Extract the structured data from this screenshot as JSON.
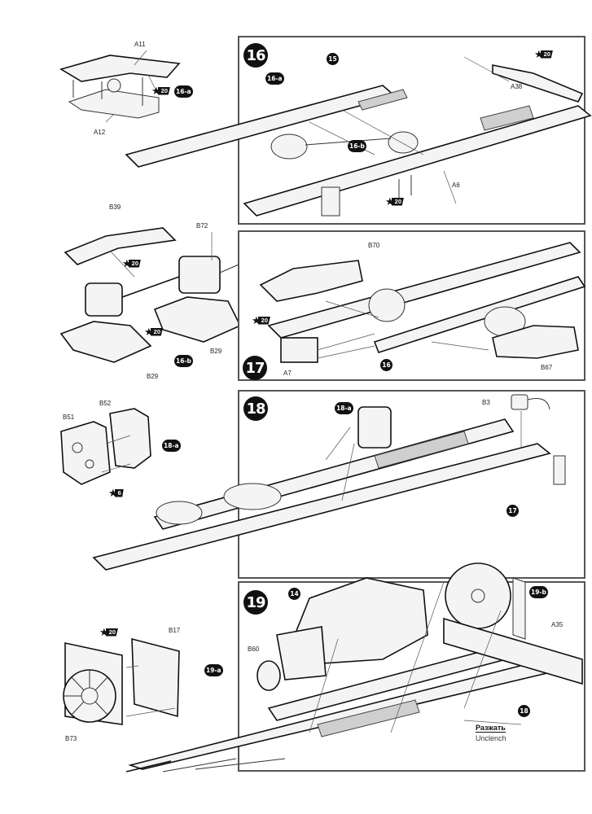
{
  "steps": [
    {
      "number": "16"
    },
    {
      "number": "17"
    },
    {
      "number": "18"
    },
    {
      "number": "19"
    }
  ],
  "subassemblies": {
    "s16a": {
      "ref": "16-a",
      "parts": [
        "A11",
        "A12"
      ],
      "glue_star": "20"
    },
    "s16b": {
      "ref": "16-b",
      "parts": [
        "B39",
        "B72",
        "B29",
        "B29"
      ],
      "glue_stars": [
        "20",
        "20"
      ]
    },
    "s18a": {
      "ref": "18-a",
      "parts": [
        "B51",
        "B52"
      ],
      "glue_star": "6"
    },
    "s19a": {
      "ref": "19-a",
      "parts": [
        "B17",
        "B73"
      ],
      "glue_star": "20"
    }
  },
  "step16": {
    "refs": [
      "15",
      "16-a",
      "16-b"
    ],
    "parts": [
      "A38",
      "A6"
    ],
    "glue_stars": [
      "20",
      "20"
    ]
  },
  "step17": {
    "refs": [
      "16"
    ],
    "parts": [
      "B70",
      "A7",
      "B67"
    ],
    "glue_star": "20"
  },
  "step18": {
    "refs": [
      "18-a",
      "17"
    ],
    "parts": [
      "B3"
    ]
  },
  "step19": {
    "refs": [
      "14",
      "19-b",
      "18"
    ],
    "parts": [
      "B60",
      "A35"
    ],
    "note_ru": "Разжать",
    "note_en": "Unclench"
  },
  "colors": {
    "ink": "#111111",
    "frame": "#555555",
    "paper": "#ffffff"
  }
}
